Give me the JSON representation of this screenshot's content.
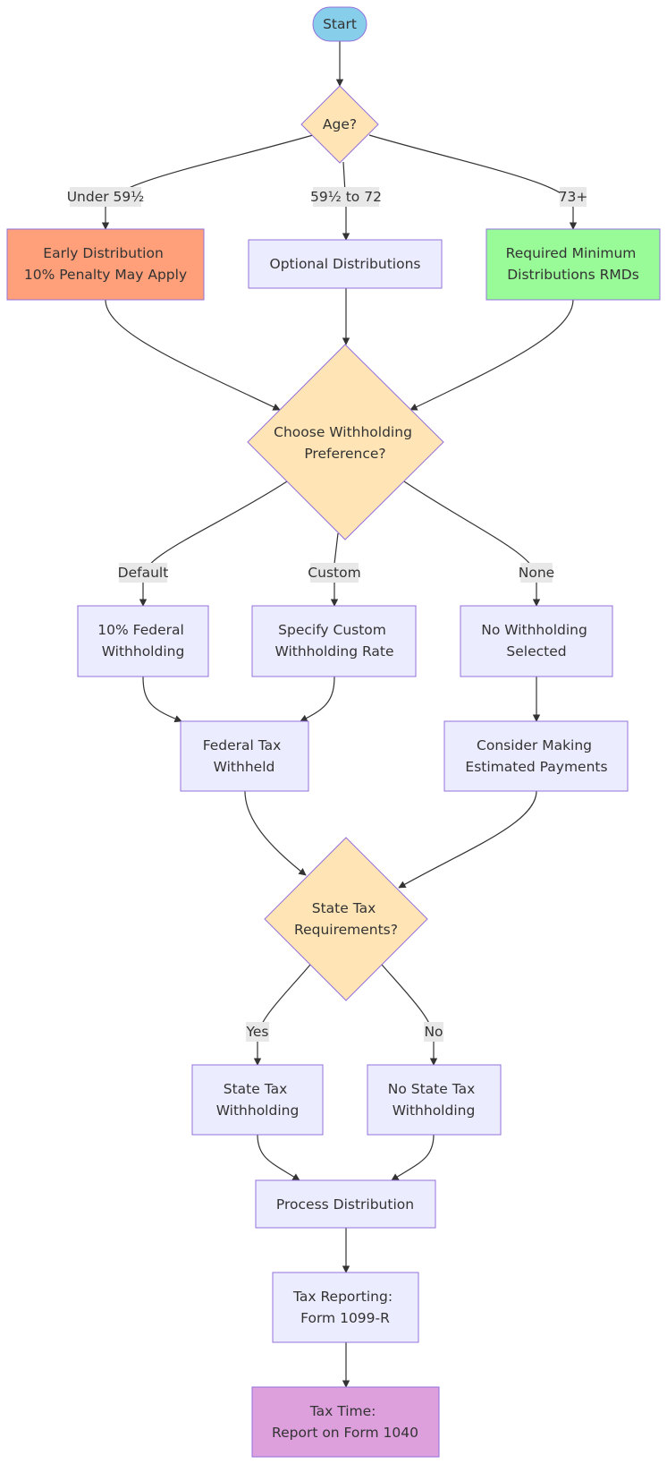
{
  "colors": {
    "default_fill": "#ececff",
    "default_stroke": "#9370db",
    "start_fill": "#87ceeb",
    "decision_fill": "#ffe4b5",
    "early_fill": "#ffa07a",
    "rmd_fill": "#98fb98",
    "final_fill": "#dda0dd",
    "edge": "#333333",
    "label_bg": "#e8e8e8"
  },
  "nodes": {
    "start": [
      "Start"
    ],
    "age": [
      "Age?"
    ],
    "early": [
      "Early Distribution",
      "10% Penalty May Apply"
    ],
    "optional": [
      "Optional Distributions"
    ],
    "rmd": [
      "Required Minimum",
      "Distributions RMDs"
    ],
    "withholding": [
      "Choose Withholding",
      "Preference?"
    ],
    "federal10": [
      "10% Federal",
      "Withholding"
    ],
    "custom_rate": [
      "Specify Custom",
      "Withholding Rate"
    ],
    "no_withholding": [
      "No Withholding",
      "Selected"
    ],
    "fed_withheld": [
      "Federal Tax",
      "Withheld"
    ],
    "estimated": [
      "Consider Making",
      "Estimated Payments"
    ],
    "state_req": [
      "State Tax",
      "Requirements?"
    ],
    "state_withholding": [
      "State Tax",
      "Withholding"
    ],
    "no_state": [
      "No State Tax",
      "Withholding"
    ],
    "process": [
      "Process Distribution"
    ],
    "reporting": [
      "Tax Reporting:",
      "Form 1099-R"
    ],
    "tax_time": [
      "Tax Time:",
      "Report on Form 1040"
    ]
  },
  "edge_labels": {
    "under": "Under 59½",
    "mid": "59½ to 72",
    "over": "73+",
    "default": "Default",
    "custom": "Custom",
    "none": "None",
    "yes": "Yes",
    "no": "No"
  }
}
